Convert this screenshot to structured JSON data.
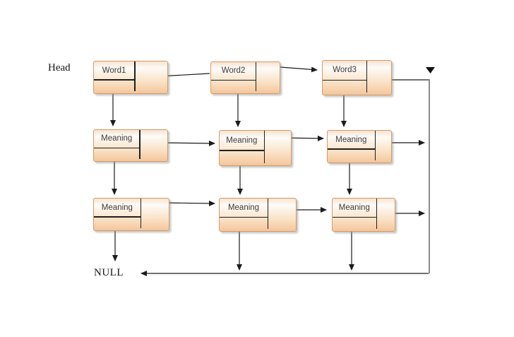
{
  "diagram": {
    "head_label": "Head",
    "null_label": "NULL",
    "nodes": [
      {
        "id": "word1",
        "label": "Word1"
      },
      {
        "id": "word2",
        "label": "Word2"
      },
      {
        "id": "word3",
        "label": "Word3"
      },
      {
        "id": "meaning-1-1",
        "label": "Meaning"
      },
      {
        "id": "meaning-2-1",
        "label": "Meaning"
      },
      {
        "id": "meaning-3-1",
        "label": "Meaning"
      },
      {
        "id": "meaning-1-2",
        "label": "Meaning"
      },
      {
        "id": "meaning-2-2",
        "label": "Meaning"
      },
      {
        "id": "meaning-3-2",
        "label": "Meaning"
      }
    ],
    "edges": [
      {
        "from": "word1",
        "to": "word2",
        "type": "next"
      },
      {
        "from": "word2",
        "to": "word3",
        "type": "next"
      },
      {
        "from": "word3",
        "to": "NULL",
        "type": "next-via-right-connector"
      },
      {
        "from": "word1",
        "to": "meaning-1-1",
        "type": "down"
      },
      {
        "from": "word2",
        "to": "meaning-2-1",
        "type": "down"
      },
      {
        "from": "word3",
        "to": "meaning-3-1",
        "type": "down"
      },
      {
        "from": "meaning-1-1",
        "to": "meaning-2-1",
        "type": "next"
      },
      {
        "from": "meaning-2-1",
        "to": "meaning-3-1",
        "type": "next"
      },
      {
        "from": "meaning-3-1",
        "to": "NULL",
        "type": "next-via-right-connector"
      },
      {
        "from": "meaning-1-1",
        "to": "meaning-1-2",
        "type": "down"
      },
      {
        "from": "meaning-2-1",
        "to": "meaning-2-2",
        "type": "down"
      },
      {
        "from": "meaning-3-1",
        "to": "meaning-3-2",
        "type": "down"
      },
      {
        "from": "meaning-1-2",
        "to": "meaning-2-2",
        "type": "next"
      },
      {
        "from": "meaning-2-2",
        "to": "meaning-3-2",
        "type": "next"
      },
      {
        "from": "meaning-3-2",
        "to": "NULL",
        "type": "next-via-right-connector"
      },
      {
        "from": "meaning-1-2",
        "to": "NULL",
        "type": "down"
      },
      {
        "from": "meaning-2-2",
        "to": "NULL",
        "type": "down"
      },
      {
        "from": "meaning-3-2",
        "to": "NULL",
        "type": "down"
      }
    ],
    "colors": {
      "node_border": "#d59a68",
      "node_fill_top": "#fdfbf8",
      "node_fill_bottom": "#f4c69b",
      "arrow_line": "#1c1c1c",
      "right_connector_gray": "#8a8a8a",
      "background": "#ffffff"
    }
  }
}
